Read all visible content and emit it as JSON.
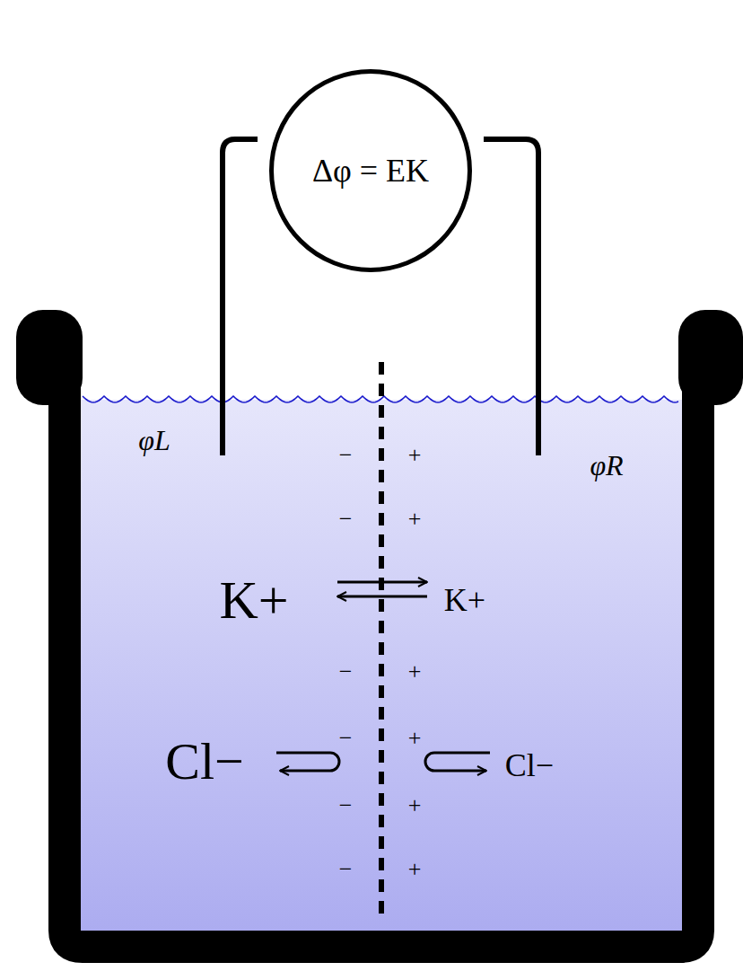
{
  "diagram": {
    "nodes": [
      {
        "text": [
          "Δφ = EK"
        ]
      }
    ],
    "labels": [
      "φL",
      "φR",
      "−",
      "+",
      "−",
      "+",
      "K+",
      "K+",
      "−",
      "+",
      "−",
      "+",
      "Cl−",
      "Cl−",
      "−",
      "+",
      "−",
      "+"
    ]
  }
}
